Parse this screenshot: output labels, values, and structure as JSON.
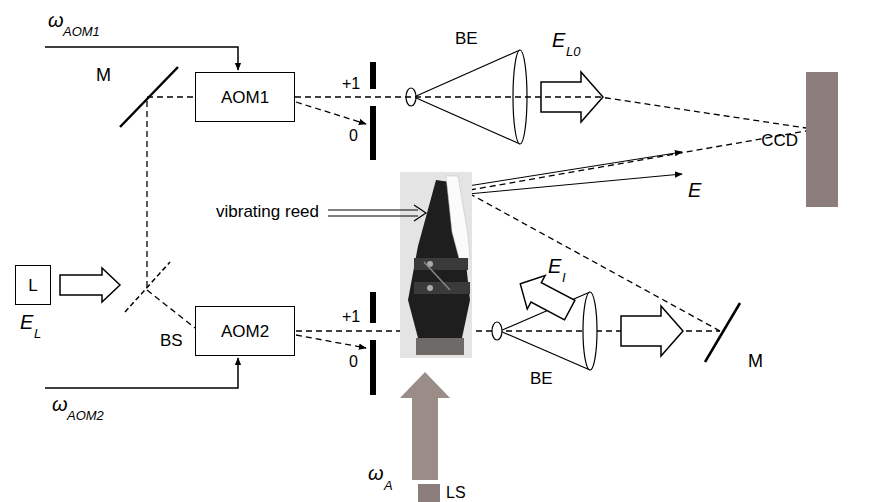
{
  "diagram": {
    "nodes": [
      {
        "text": [
          "AOM1"
        ]
      },
      {
        "text": [
          "CCD"
        ]
      },
      {
        "text": [
          "L"
        ]
      },
      {
        "text": [
          "AOM2"
        ]
      },
      {
        "text": [
          "LS"
        ]
      }
    ],
    "edges": [
      {
        "from": 0,
        "to": 1,
        "arrow": "none"
      }
    ],
    "labels": [
      "ω",
      "AOM1",
      "M",
      "+1",
      "0",
      "BE",
      "E",
      "L0",
      "vibrating reed",
      "E",
      "E",
      "I",
      "E",
      "L",
      "BS",
      "+1",
      "0",
      "BE",
      "M",
      "ω",
      "AOM2",
      "ω",
      "A"
    ]
  }
}
